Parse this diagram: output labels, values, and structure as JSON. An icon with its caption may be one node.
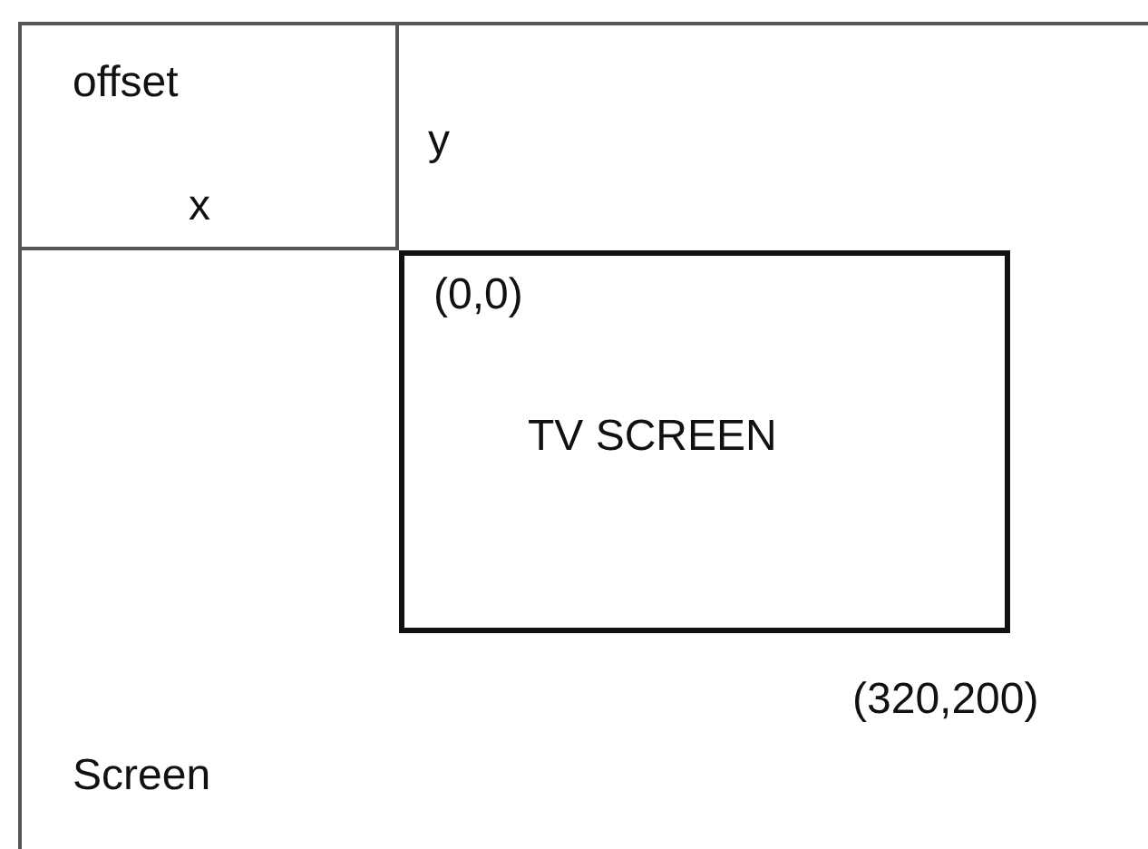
{
  "diagram": {
    "nodes": [
      {
        "text": [
          "Screen"
        ]
      },
      {
        "text": [
          "offset",
          "x"
        ],
        "in": 0
      },
      {
        "text": [
          "(0,0)",
          "TV SCREEN"
        ],
        "in": 0,
        "beside": [
          "(320,200)"
        ]
      }
    ],
    "labels": [
      "y"
    ]
  }
}
